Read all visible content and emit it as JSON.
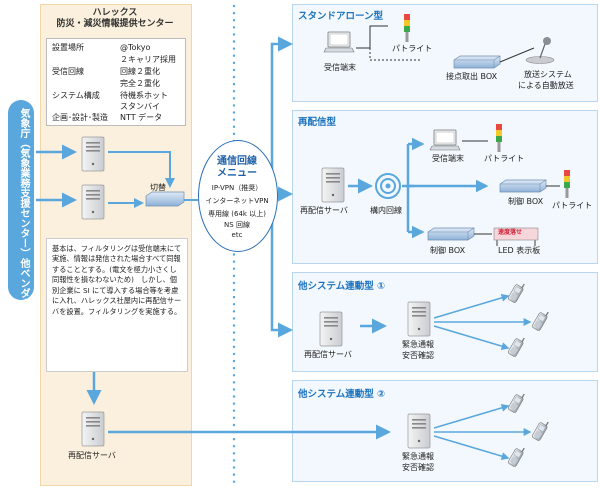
{
  "left_pill": {
    "label": "気象庁（気象業務支援センター）他ベンダー"
  },
  "halex": {
    "title_line1": "ハレックス",
    "title_line2": "防災・減災情報提供センター",
    "info": [
      {
        "key": "設置場所",
        "value": "@Tokyo"
      },
      {
        "key": "",
        "value": "２キャリア採用"
      },
      {
        "key": "受信回線",
        "value": "回線２重化"
      },
      {
        "key": "",
        "value": "完全２重化"
      },
      {
        "key": "システム構成",
        "value": "待機系ホット"
      },
      {
        "key": "",
        "value": "スタンバイ"
      },
      {
        "key": "企画･設計･製造",
        "value": "NTT データ"
      }
    ],
    "switch_label": "切替",
    "note": "基本は、フィルタリングは受信端末にて実施、情報は発信された場合すべて同報することとする。(電文を極力小さくし同報性を損なわないため)　しかし、個別企業に SI にて導入する場合等を考慮に入れ、ハレックス社屋内に再配信サーバを設置。フィルタリングを実施する。",
    "redist_server_label": "再配信サーバ"
  },
  "menu": {
    "title_line1": "通信回線",
    "title_line2": "メニュー",
    "items": [
      "IP-VPN（推奨）",
      "インターネットVPN",
      "専用線 (64k 以上)",
      "NS 回線",
      "etc"
    ]
  },
  "sections": {
    "standalone": {
      "title": "スタンドアローン型",
      "terminal": "受信端末",
      "patlight": "パトライト",
      "contact_box": "接点取出 BOX",
      "broadcast_line1": "放送システム",
      "broadcast_line2": "による自動放送"
    },
    "redistribution": {
      "title": "再配信型",
      "server": "再配信サーバ",
      "lan": "構内回線",
      "terminal": "受信端末",
      "patlight1": "パトライト",
      "control_box1": "制御 BOX",
      "patlight2": "パトライト",
      "control_box2": "制御 BOX",
      "led_panel": "LED 表示板",
      "led_text": "速度落せ"
    },
    "linked1": {
      "title": "他システム連動型 ①",
      "server": "再配信サーバ",
      "emergency_line1": "緊急通報",
      "emergency_line2": "安否確認"
    },
    "linked2": {
      "title": "他システム連動型 ②",
      "emergency_line1": "緊急通報",
      "emergency_line2": "安否確認"
    }
  },
  "colors": {
    "pill": "#5aa7dd",
    "panel_bg": "#fbf0dd",
    "section_bg": "#f2f8fd",
    "accent_blue": "#1e73be",
    "arrow_blue": "#5aa7dd"
  }
}
